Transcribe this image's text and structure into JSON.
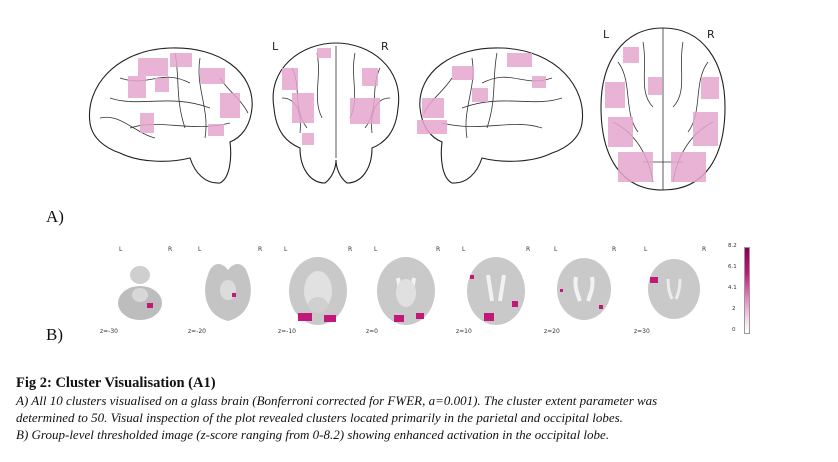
{
  "panelA": {
    "label": "A)",
    "views": [
      {
        "name": "sagittal-left",
        "left": "",
        "right": ""
      },
      {
        "name": "coronal",
        "left": "L",
        "right": "R"
      },
      {
        "name": "sagittal-right",
        "left": "",
        "right": ""
      },
      {
        "name": "axial",
        "left": "L",
        "right": "R"
      }
    ]
  },
  "panelB": {
    "label": "B)",
    "slices": [
      {
        "z": "z=-30",
        "left": "L",
        "right": "R"
      },
      {
        "z": "z=-20",
        "left": "L",
        "right": "R"
      },
      {
        "z": "z=-10",
        "left": "L",
        "right": "R"
      },
      {
        "z": "z=0",
        "left": "L",
        "right": "R"
      },
      {
        "z": "z=10",
        "left": "L",
        "right": "R"
      },
      {
        "z": "z=20",
        "left": "L",
        "right": "R"
      },
      {
        "z": "z=30",
        "left": "L",
        "right": "R"
      }
    ],
    "colorbar": {
      "ticks": [
        "8.2",
        "6.1",
        "4.1",
        "2",
        "0"
      ],
      "color_high": "#8b0051",
      "color_low": "#ffffff"
    }
  },
  "caption": {
    "title": "Fig 2: Cluster Visualisation (A1)",
    "lines": [
      "A) All 10 clusters visualised on a glass brain (Bonferroni corrected for FWER, a=0.001). The cluster extent parameter was",
      "determined to 50. Visual inspection of the plot revealed clusters located primarily in the parietal and occipital lobes.",
      "B) Group-level thresholded image (z-score ranging from 0-8.2) showing enhanced activation in the occipital lobe."
    ]
  },
  "colors": {
    "cluster": "#e6a6cf",
    "activation": "#c2187a"
  }
}
